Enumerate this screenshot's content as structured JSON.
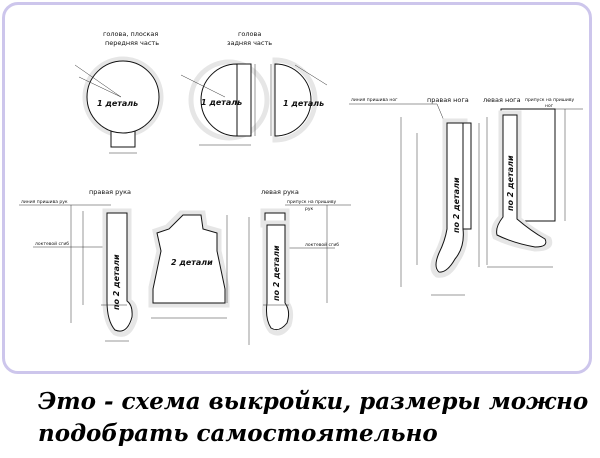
{
  "diagram": {
    "head_front": {
      "title_line1": "голова, плоская",
      "title_line2": "передняя часть",
      "part_label": "1 деталь"
    },
    "head_back": {
      "title_line1": "голова",
      "title_line2": "задняя часть",
      "part_label_left": "1 деталь",
      "part_label_right": "1 деталь"
    },
    "right_arm": {
      "title": "правая рука",
      "note_top": "линия пришива рук",
      "note_elbow": "локтевой сгиб",
      "part_label": "по 2 детали"
    },
    "body": {
      "part_label": "2 детали"
    },
    "left_arm": {
      "title": "левая рука",
      "note_top_line1": "припуск на пришиву",
      "note_top_line2": "рук",
      "note_elbow": "локтевой сгиб",
      "part_label": "по 2 детали"
    },
    "right_leg": {
      "title": "правая нога",
      "note_top": "линия пришива ног",
      "part_label": "по 2 детали"
    },
    "left_leg": {
      "title": "левая нога",
      "note_top_line1": "припуск на пришиву",
      "note_top_line2": "ног",
      "part_label": "по 2 детали"
    }
  },
  "caption": {
    "line1": "Это - схема выкройки, размеры можно",
    "line2": "подобрать самостоятельно"
  },
  "colors": {
    "frame_border": "#cdc6ec",
    "line": "#111111"
  }
}
